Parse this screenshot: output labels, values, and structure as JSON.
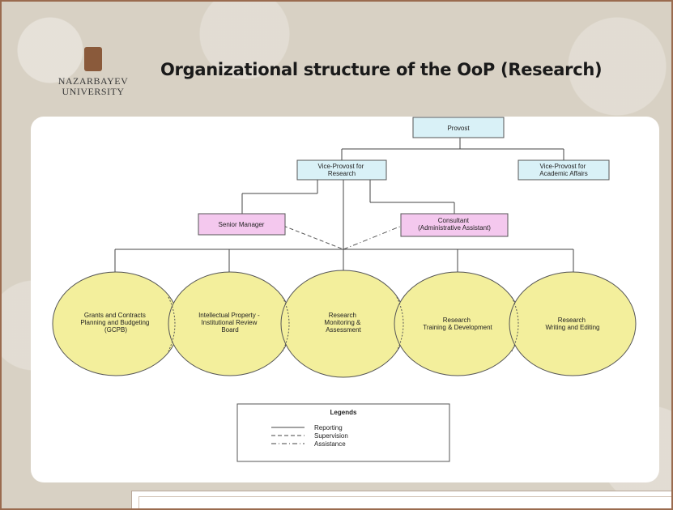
{
  "logo": {
    "text_line1": "NAZARBAYEV",
    "text_line2": "UNIVERSITY",
    "mark_icon": "nu-emblem-icon"
  },
  "title": "Organizational structure of the OoP (Research)",
  "nodes": {
    "provost": [
      "Provost"
    ],
    "vp_research": [
      "Vice-Provost for",
      "Research"
    ],
    "vp_academic": [
      "Vice-Provost for",
      "Academic Affairs"
    ],
    "senior_manager": [
      "Senior Manager"
    ],
    "consultant": [
      "Consultant",
      "(Administrative Assistant)"
    ]
  },
  "units": [
    [
      "Grants and Contracts",
      "Planning and Budgeting",
      "(GCPB)"
    ],
    [
      "Intellectual Property -",
      "Institutional Review",
      "Board"
    ],
    [
      "Research",
      "Monitoring &",
      "Assessment"
    ],
    [
      "Research",
      "Training & Development"
    ],
    [
      "Research",
      "Writing and Editing"
    ]
  ],
  "legend": {
    "title": "Legends",
    "items": [
      "Reporting",
      "Supervision",
      "Assistance"
    ]
  },
  "colors": {
    "box_blue": "#d9f1f7",
    "box_pink": "#f4c8ee",
    "ellipse_yellow": "#f3ef9c"
  }
}
